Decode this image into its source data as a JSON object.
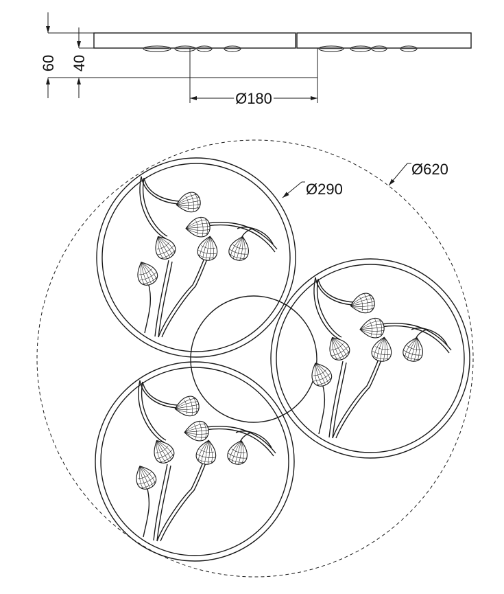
{
  "dimensions": {
    "height_total": "60",
    "height_body": "40",
    "center_diameter": "Ø180",
    "ring_diameter": "Ø290",
    "overall_diameter": "Ø620"
  },
  "colors": {
    "line": "#1a1a1a",
    "background": "#ffffff"
  }
}
